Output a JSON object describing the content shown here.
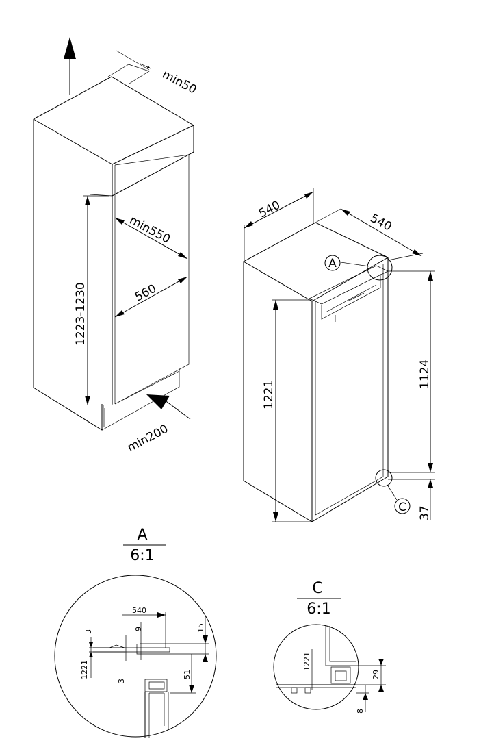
{
  "left_view": {
    "labels": {
      "min50": "min50",
      "min550": "min550",
      "w560": "560",
      "h1223": "1223-1230",
      "min200": "min200"
    }
  },
  "right_view": {
    "labels": {
      "w540a": "540",
      "w540b": "540",
      "h1221": "1221",
      "h1124": "1124",
      "h37": "37",
      "callout_a": "A",
      "callout_c": "C"
    }
  },
  "detail_a": {
    "title": "A",
    "scale": "6:1",
    "labels": {
      "d540": "540",
      "d9": "9",
      "d15": "15",
      "d3a": "3",
      "d3b": "3",
      "d1221": "1221",
      "d51": "51"
    }
  },
  "detail_c": {
    "title": "C",
    "scale": "6:1",
    "labels": {
      "d1221": "1221",
      "d29": "29",
      "d8": "8"
    }
  }
}
